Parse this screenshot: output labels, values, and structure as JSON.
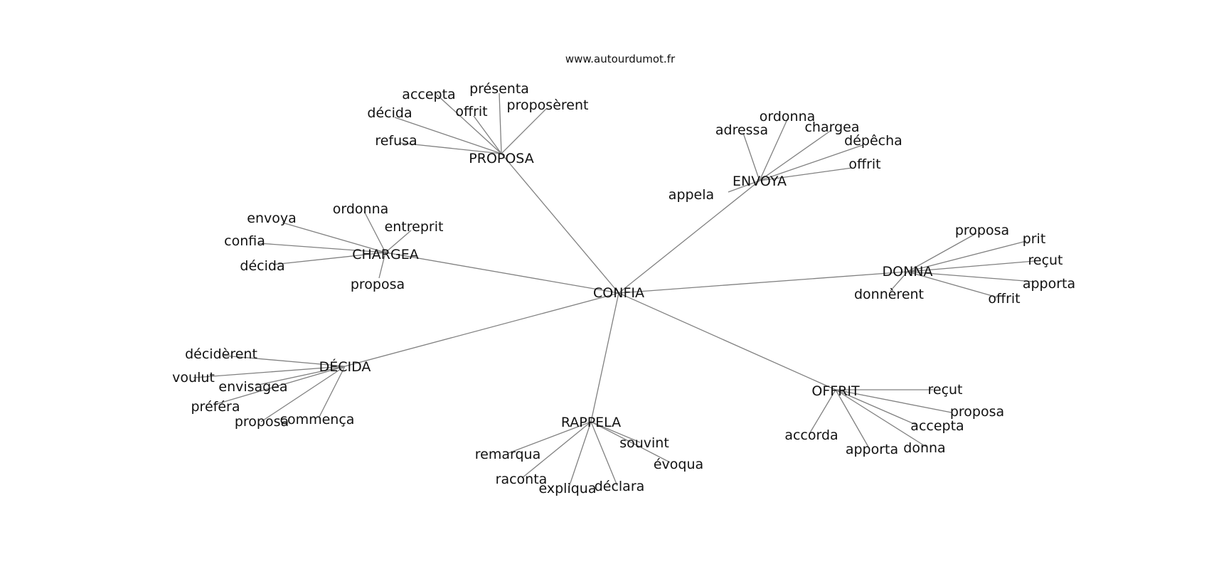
{
  "header": {
    "site": "www.autourdumot.fr"
  },
  "center": {
    "label": "CONFIA"
  },
  "groups": [
    {
      "hub": "PROPOSA",
      "leaves": [
        "accepta",
        "présenta",
        "offrit",
        "proposèrent",
        "décida",
        "refusa"
      ]
    },
    {
      "hub": "ENVOYA",
      "leaves": [
        "ordonna",
        "adressa",
        "chargea",
        "dépêcha",
        "offrit",
        "appela"
      ]
    },
    {
      "hub": "CHARGEA",
      "leaves": [
        "ordonna",
        "envoya",
        "entreprit",
        "confia",
        "décida",
        "proposa"
      ]
    },
    {
      "hub": "DONNA",
      "leaves": [
        "proposa",
        "prit",
        "reçut",
        "apporta",
        "donnèrent",
        "offrit"
      ]
    },
    {
      "hub": "DÉCIDA",
      "leaves": [
        "décidèrent",
        "voulut",
        "envisagea",
        "préféra",
        "proposa",
        "commença"
      ]
    },
    {
      "hub": "OFFRIT",
      "leaves": [
        "reçut",
        "proposa",
        "accepta",
        "accorda",
        "donna",
        "apporta"
      ]
    },
    {
      "hub": "RAPPELA",
      "leaves": [
        "remarqua",
        "souvint",
        "évoqua",
        "raconta",
        "déclara",
        "expliqua"
      ]
    }
  ]
}
